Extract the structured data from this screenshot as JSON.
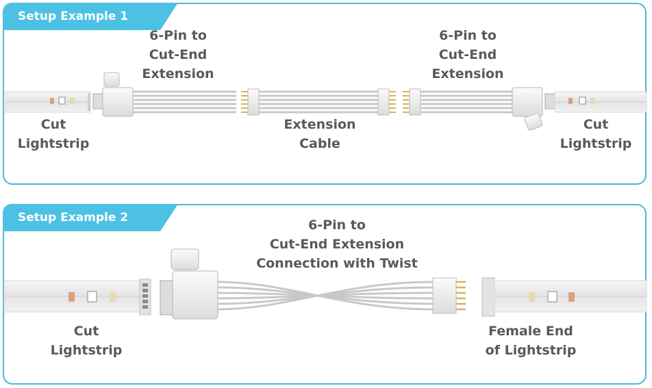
{
  "panel1": {
    "tab": "Setup Example 1",
    "label_left_ext": [
      "6-Pin to",
      "Cut-End",
      "Extension"
    ],
    "label_right_ext": [
      "6-Pin to",
      "Cut-End",
      "Extension"
    ],
    "label_cable": [
      "Extension",
      "Cable"
    ],
    "label_cut_left": [
      "Cut",
      "Lightstrip"
    ],
    "label_cut_right": [
      "Cut",
      "Lightstrip"
    ]
  },
  "panel2": {
    "tab": "Setup Example 2",
    "label_twist": [
      "6-Pin to",
      "Cut-End Extension",
      "Connection with Twist"
    ],
    "label_cut": [
      "Cut",
      "Lightstrip"
    ],
    "label_female": [
      "Female End",
      "of Lightstrip"
    ]
  },
  "colors": {
    "border": "#4ab8d9",
    "tab": "#4cc1e3",
    "text": "#595959",
    "strip": "#eeeeee",
    "pin_gold": "#d8b25c"
  }
}
